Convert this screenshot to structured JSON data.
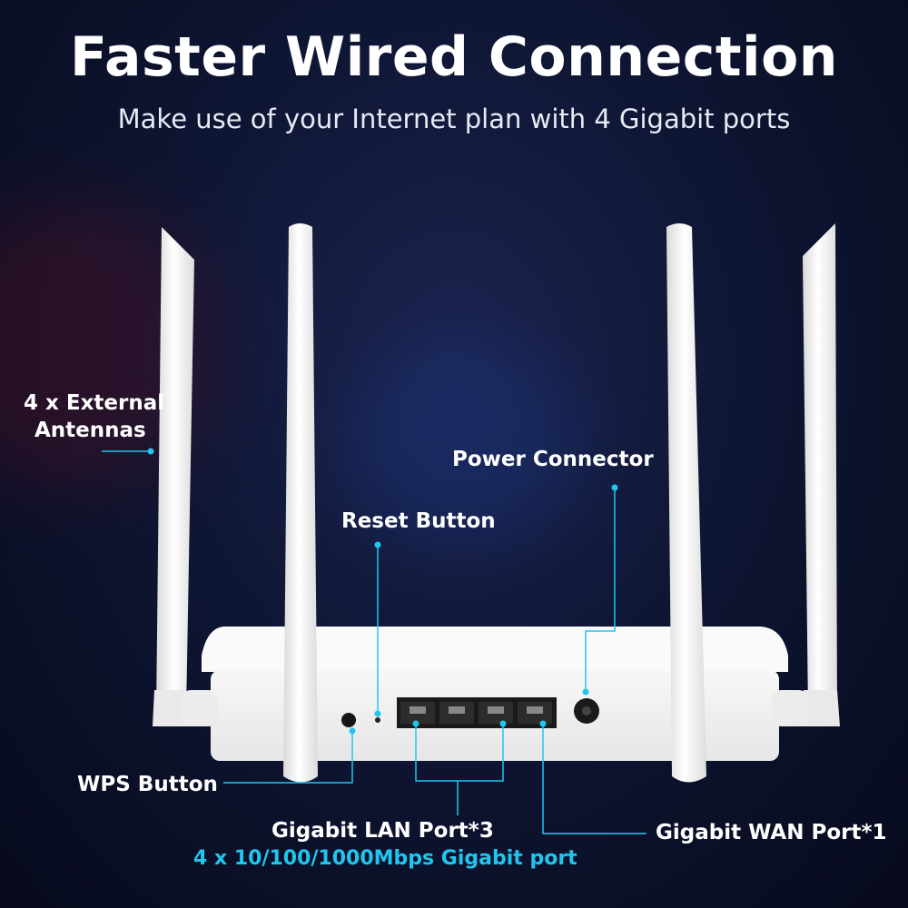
{
  "heading": {
    "title": "Faster Wired Connection",
    "subtitle": "Make use of your Internet plan with 4 Gigabit ports"
  },
  "callouts": {
    "antennas_line1": "4 x External",
    "antennas_line2": "Antennas",
    "power_connector": "Power Connector",
    "reset_button": "Reset Button",
    "wps_button": "WPS Button",
    "lan_port": "Gigabit LAN Port*3",
    "lan_port_detail": "4 x 10/100/1000Mbps Gigabit port",
    "wan_port": "Gigabit WAN Port*1"
  },
  "colors": {
    "accent": "#1fc7ef",
    "background": "#0f1634",
    "router_body": "#f4f4f4"
  }
}
